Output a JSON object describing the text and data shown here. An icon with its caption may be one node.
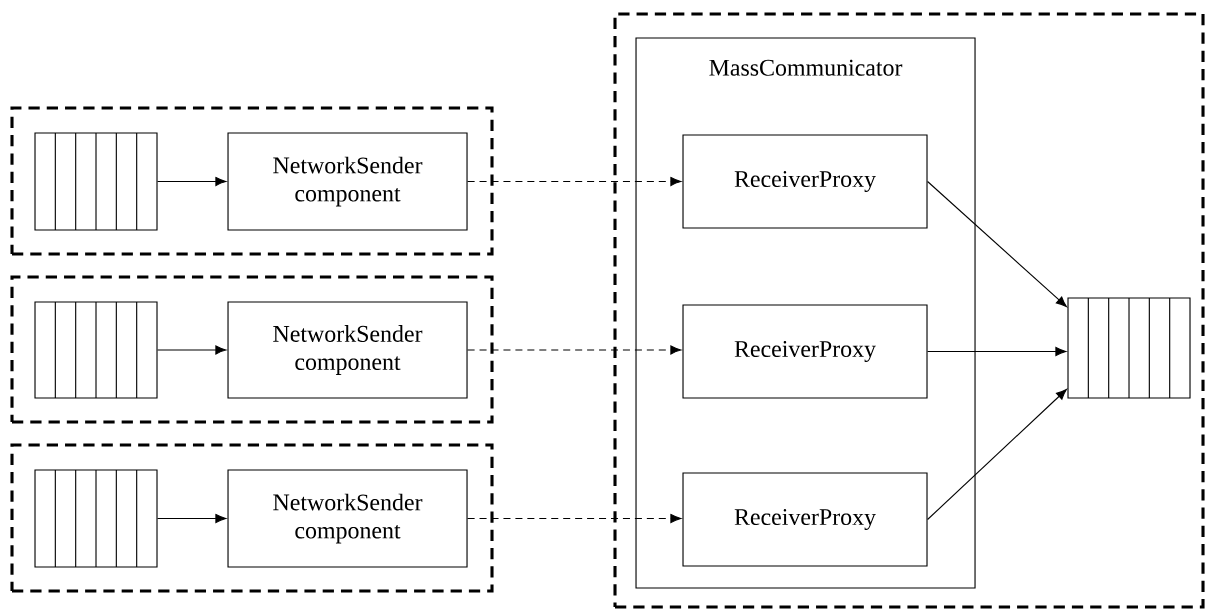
{
  "diagram": {
    "nodes": [
      {
        "text": [],
        "shape": "box"
      },
      {
        "text": [],
        "shape": "box",
        "in": 0
      },
      {
        "text": [
          "NetworkSender component"
        ],
        "in": 0
      },
      {
        "text": [],
        "shape": "box"
      },
      {
        "text": [],
        "shape": "box",
        "in": 3
      },
      {
        "text": [
          "NetworkSender component"
        ],
        "in": 3
      },
      {
        "text": [],
        "shape": "box"
      },
      {
        "text": [],
        "shape": "box",
        "in": 6
      },
      {
        "text": [
          "NetworkSender component"
        ],
        "in": 6
      },
      {
        "text": [],
        "shape": "box"
      },
      {
        "text": [
          "MassCommunicator"
        ],
        "in": 9
      },
      {
        "text": [
          "ReceiverProxy"
        ],
        "in": 10
      },
      {
        "text": [
          "ReceiverProxy"
        ],
        "in": 10
      },
      {
        "text": [
          "ReceiverProxy"
        ],
        "in": 10
      },
      {
        "text": [],
        "shape": "box",
        "in": 9
      }
    ],
    "edges": [
      {
        "from": 1,
        "to": 2,
        "arrow": "to"
      },
      {
        "from": 4,
        "to": 5,
        "arrow": "to"
      },
      {
        "from": 7,
        "to": 8,
        "arrow": "to"
      },
      {
        "from": 2,
        "to": 11,
        "arrow": "to",
        "style": "dashed"
      },
      {
        "from": 5,
        "to": 12,
        "arrow": "to",
        "style": "dashed"
      },
      {
        "from": 8,
        "to": 13,
        "arrow": "to",
        "style": "dashed"
      },
      {
        "from": 11,
        "to": 14,
        "arrow": "to"
      },
      {
        "from": 12,
        "to": 14,
        "arrow": "to"
      },
      {
        "from": 13,
        "to": 14,
        "arrow": "to"
      }
    ]
  }
}
